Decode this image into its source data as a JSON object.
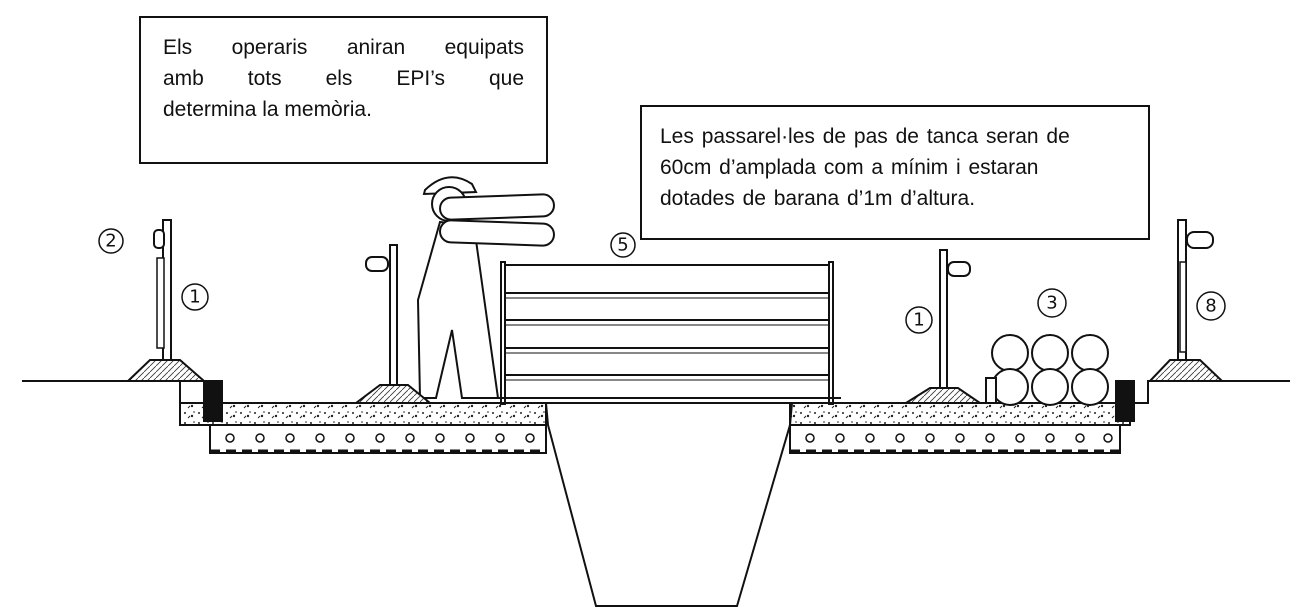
{
  "notes": {
    "left": {
      "lines": [
        "Els operaris aniran equipats",
        "amb tots els EPI’s que",
        "determina la memòria."
      ]
    },
    "right": {
      "lines": [
        "Les passarel·les de pas de tanca seran de",
        "60cm d’amplada com a mínim i estaran",
        "dotades de barana d’1m  d’altura."
      ]
    }
  },
  "markers": {
    "m1_left": "1",
    "m2_left": "2",
    "m5_top": "5",
    "m1_right": "1",
    "m3_right": "3",
    "m8_right": "8"
  }
}
